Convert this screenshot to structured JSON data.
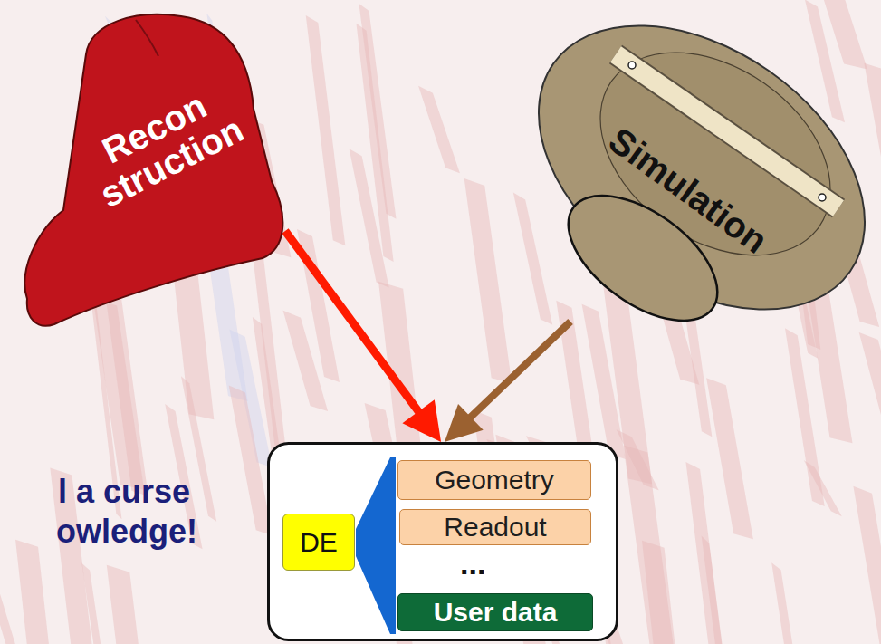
{
  "diagram": {
    "nodes": [
      {
        "text": [
          "Recon struction"
        ]
      },
      {
        "text": [
          "Simulation"
        ]
      },
      {
        "text": []
      },
      {
        "text": [
          "DE"
        ],
        "in": 2
      },
      {
        "text": [
          "Geometry"
        ],
        "in": 2
      },
      {
        "text": [
          "Readout"
        ],
        "in": 2
      },
      {
        "text": [
          "User data"
        ],
        "in": 2
      }
    ],
    "edges": [
      {
        "from": 0,
        "to": 2,
        "arrow": "to"
      },
      {
        "from": 1,
        "to": 2,
        "arrow": "to"
      }
    ],
    "labels": [
      "l a curse",
      "owledge!",
      "..."
    ]
  }
}
